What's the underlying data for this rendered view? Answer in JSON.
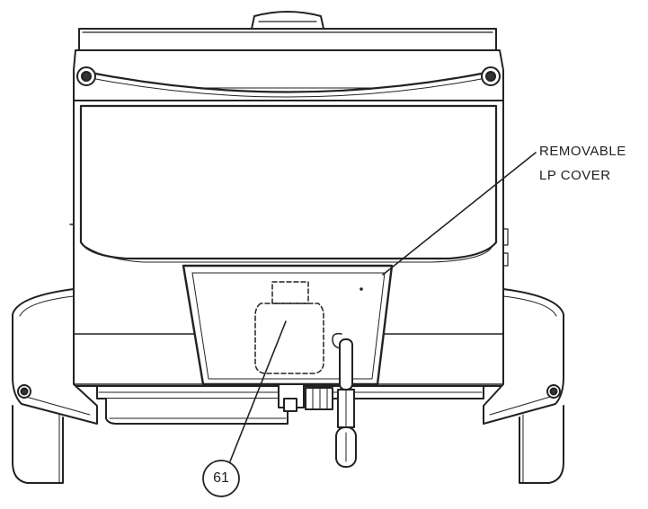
{
  "callout": {
    "line1": "REMOVABLE",
    "line2": "LP COVER"
  },
  "part_number": "61",
  "colors": {
    "line": "#222222",
    "background": "#ffffff"
  }
}
